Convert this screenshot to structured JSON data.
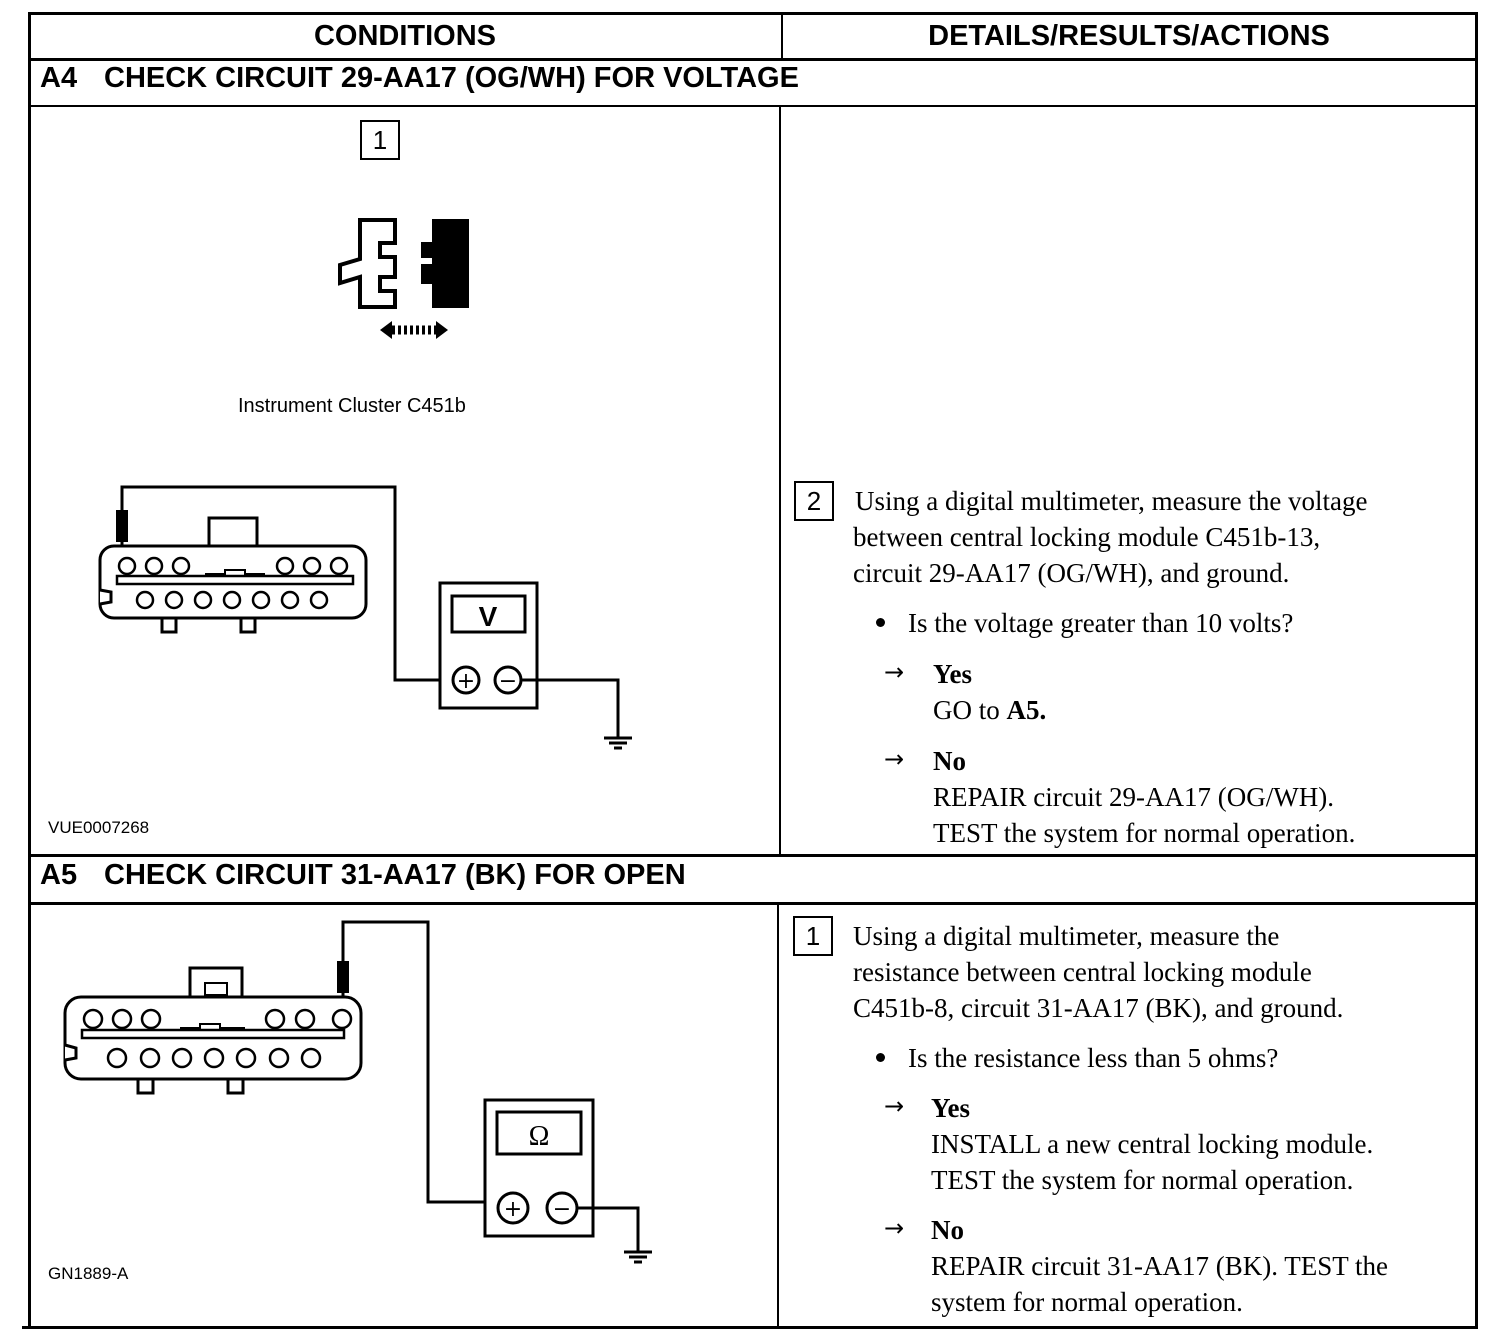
{
  "table": {
    "col_conditions": "CONDITIONS",
    "col_details": "DETAILS/RESULTS/ACTIONS"
  },
  "a4": {
    "code": "A4",
    "title": "CHECK CIRCUIT 29-AA17 (OG/WH) FOR VOLTAGE",
    "step1": "1",
    "connector_caption": "Instrument Cluster C451b",
    "meter_symbol": "V",
    "figure_id": "VUE0007268",
    "step2": "2",
    "instruction_lines": [
      "Using a digital multimeter, measure the voltage",
      "between central locking module C451b-13,",
      "circuit 29-AA17 (OG/WH), and ground."
    ],
    "question": "Is the voltage greater than 10 volts?",
    "yes_label": "Yes",
    "yes_action_prefix": "GO to ",
    "yes_action_target": "A5.",
    "no_label": "No",
    "no_action_lines": [
      "REPAIR circuit 29-AA17 (OG/WH).",
      "TEST the system for normal operation."
    ]
  },
  "a5": {
    "code": "A5",
    "title": "CHECK CIRCUIT 31-AA17 (BK) FOR OPEN",
    "meter_symbol": "Ω",
    "figure_id": "GN1889-A",
    "step1": "1",
    "instruction_lines": [
      "Using a digital multimeter, measure the",
      "resistance between central locking module",
      "C451b-8, circuit 31-AA17 (BK), and ground."
    ],
    "question": "Is the resistance less than 5 ohms?",
    "yes_label": "Yes",
    "yes_action_lines": [
      "INSTALL a new central locking module.",
      "TEST the system for normal operation."
    ],
    "no_label": "No",
    "no_action_lines": [
      "REPAIR circuit 31-AA17 (BK). TEST the",
      "system for normal operation."
    ]
  },
  "symbols": {
    "plus": "+",
    "minus": "−",
    "arrow": "→"
  }
}
